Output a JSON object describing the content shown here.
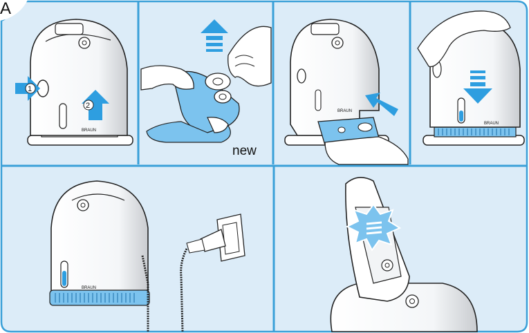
{
  "figure": {
    "section_label": "A",
    "step_numbers": [
      "1",
      "2"
    ],
    "caption_new": "new",
    "brand": "BRAUN",
    "colors": {
      "frame": "#3aa0d8",
      "panel_bg": "#dcecf8",
      "accent": "#2e9ee0",
      "cartridge": "#7cc3ee",
      "line": "#222222"
    }
  }
}
